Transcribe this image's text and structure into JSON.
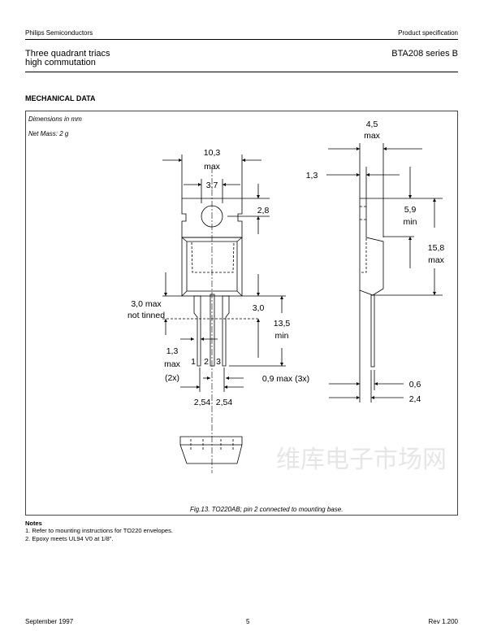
{
  "header": {
    "company": "Philips Semiconductors",
    "doc_type": "Product specification",
    "title_line1": "Three quadrant triacs",
    "title_line2": "high commutation",
    "part": "BTA208 series B"
  },
  "section_title": "MECHANICAL DATA",
  "figure": {
    "dimensions_note": "Dimensions in mm",
    "net_mass": "Net Mass: 2 g",
    "caption": "Fig.13.  TO220AB; pin 2 connected to mounting base.",
    "watermark": "维库电子市场网",
    "front": {
      "d_width": "10,3",
      "d_width_sub": "max",
      "d_hole": "3,7",
      "d_hole_pos": "2,8",
      "d_not_tinned": "3,0 max",
      "d_not_tinned_sub": "not tinned",
      "d_lead_len": "3,0",
      "d_lead_min": "13,5",
      "d_lead_min_sub": "min",
      "d_lead_w": "1,3",
      "d_lead_w_sub": "max",
      "d_lead_w_count": "(2x)",
      "pin1": "1",
      "pin2": "2",
      "pin3": "3",
      "d_lead_thk": "0,9 max (3x)",
      "d_pitch1": "2,54",
      "d_pitch2": "2,54"
    },
    "side": {
      "d_thick": "4,5",
      "d_thick_sub": "max",
      "d_tab": "1,3",
      "d_tab_len": "5,9",
      "d_tab_len_sub": "min",
      "d_body": "15,8",
      "d_body_sub": "max",
      "d_lead": "0,6",
      "d_lead_off": "2,4"
    }
  },
  "notes": {
    "title": "Notes",
    "items": [
      "1. Refer to mounting instructions for TO220 envelopes.",
      "2. Epoxy meets UL94 V0 at 1/8\"."
    ]
  },
  "footer": {
    "date": "September 1997",
    "page": "5",
    "revision": "Rev 1.200"
  }
}
